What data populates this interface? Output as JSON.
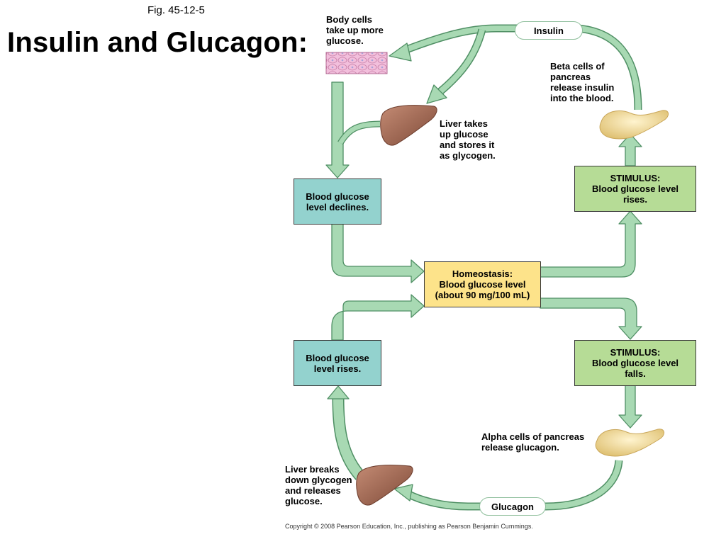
{
  "fig_label": "Fig. 45-12-5",
  "title": "Insulin and Glucagon:",
  "notes": {
    "body_cells": "Body cells\ntake up more\nglucose.",
    "beta_cells": "Beta cells of\npancreas\nrelease insulin\ninto the blood.",
    "liver_takes": "Liver takes\nup glucose\nand stores it\nas glycogen.",
    "alpha_cells": "Alpha cells of pancreas\nrelease glucagon.",
    "liver_breaks": "Liver breaks\ndown glycogen\nand releases\nglucose."
  },
  "hormones": {
    "insulin": "Insulin",
    "glucagon": "Glucagon"
  },
  "boxes": {
    "declines": "Blood glucose\nlevel declines.",
    "stimulus_rises": "STIMULUS:\nBlood glucose level\nrises.",
    "homeostasis": "Homeostasis:\nBlood glucose level\n(about 90 mg/100 mL)",
    "rises": "Blood glucose\nlevel rises.",
    "stimulus_falls": "STIMULUS:\nBlood glucose level\nfalls."
  },
  "colors": {
    "arrow_fill": "#a8d9b3",
    "arrow_stroke": "#4f8f64",
    "teal_box": "#93d2ce",
    "green_box": "#b6dc96",
    "yellow_box": "#fde38a",
    "liver": "#a86f5a",
    "pancreas": "#f3dc9b",
    "body_cells": "#f0b5d6"
  },
  "copyright": "Copyright © 2008 Pearson Education, Inc., publishing as Pearson Benjamin Cummings."
}
